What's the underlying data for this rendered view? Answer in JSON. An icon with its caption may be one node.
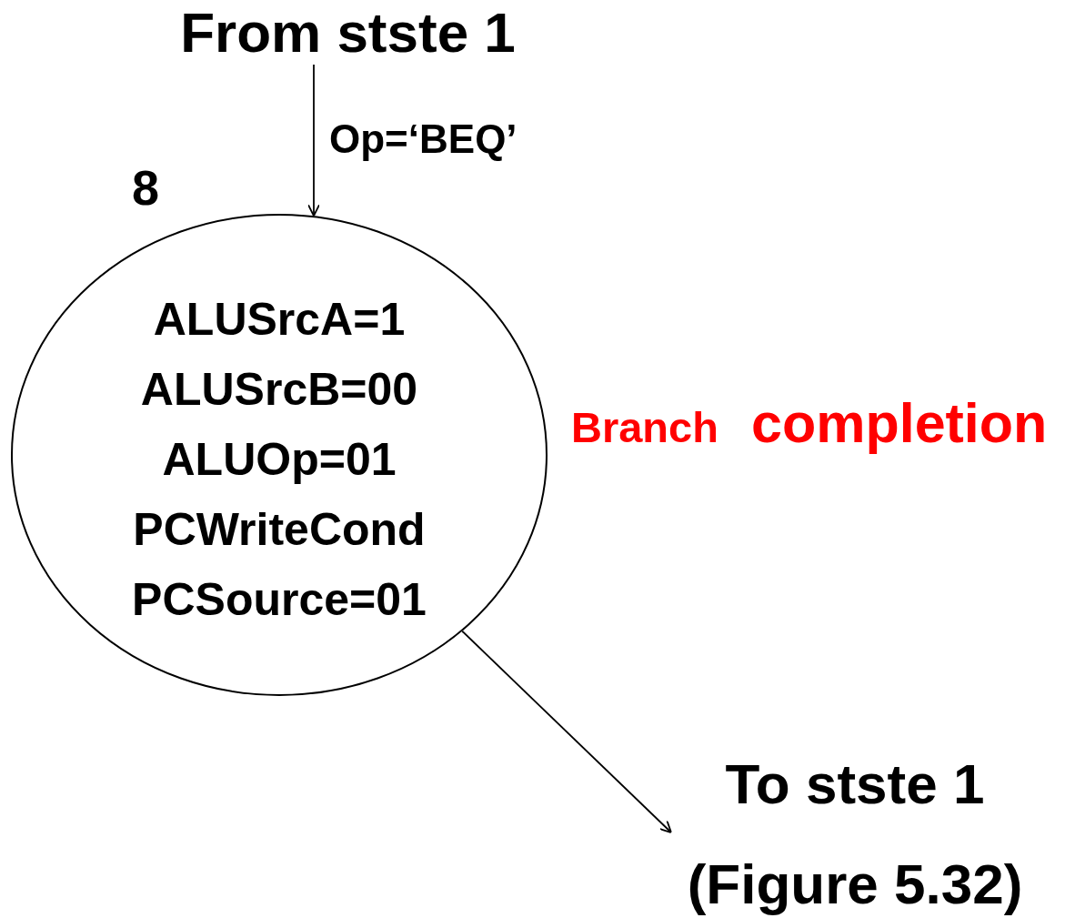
{
  "diagram": {
    "nodes": [
      {
        "text": [
          "From stste 1"
        ]
      },
      {
        "text": [
          "8",
          "ALUSrcA=1",
          "ALUSrcB=00",
          "ALUOp=01",
          "PCWriteCond",
          "PCSource=01"
        ]
      },
      {
        "text": [
          "To stste 1",
          "(Figure 5.32)"
        ]
      }
    ],
    "edges": [
      {
        "from": 0,
        "to": 1,
        "arrow": "to",
        "label": "Op=‘BEQ’"
      },
      {
        "from": 1,
        "to": 2,
        "arrow": "to"
      }
    ],
    "labels": [
      "Branch",
      "completion"
    ]
  }
}
